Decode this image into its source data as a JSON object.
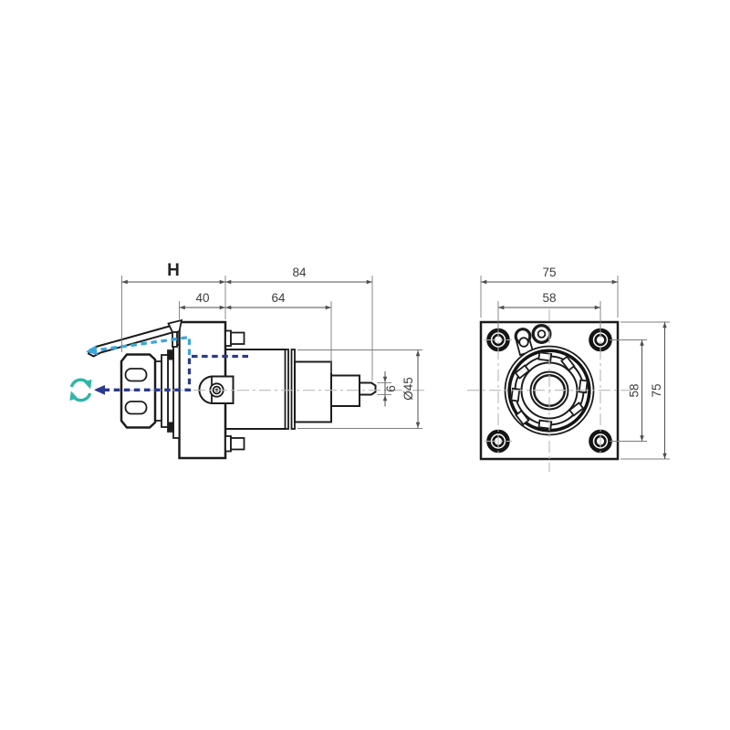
{
  "drawing": {
    "type": "technical-drawing",
    "subject": "driven tool holder, axial spindle head, side and front views",
    "colors": {
      "background": "#ffffff",
      "outline": "#1c1c1c",
      "dimension_line": "#4f4f4f",
      "extension_line": "#7c7c7c",
      "centerline": "#b9b9b9",
      "text": "#3c3c3c",
      "coolant_external": "#3aa6de",
      "coolant_internal": "#2b3a8e",
      "rotation_arrow": "#2db7a7"
    },
    "side_view": {
      "dim_h": "H",
      "dim_overall_length": "84",
      "dim_head_length": "40",
      "dim_body_length": "64",
      "dim_body_diameter": "Ø45",
      "dim_tip_diameter": "6"
    },
    "front_view": {
      "dim_width": "75",
      "dim_bolt_spacing_horizontal": "58",
      "dim_bolt_spacing_vertical": "58",
      "dim_height": "75"
    }
  }
}
